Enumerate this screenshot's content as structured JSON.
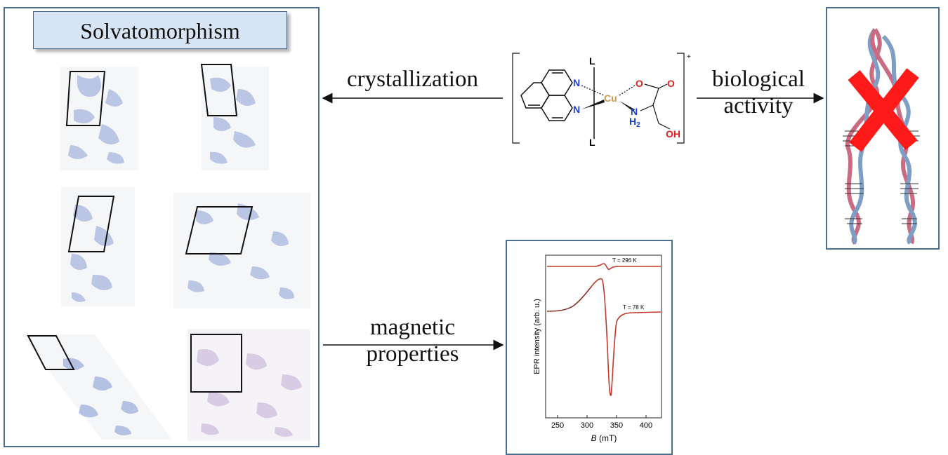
{
  "solvatomorphism": {
    "title": "Solvatomorphism"
  },
  "arrows": {
    "crystallization": "crystallization",
    "biological_line1": "biological",
    "biological_line2": "activity",
    "magnetic_line1": "magnetic",
    "magnetic_line2": "properties"
  },
  "molecule": {
    "metal": "Cu",
    "axial_top": "L",
    "axial_bottom": "L",
    "n1": "N",
    "n2": "N",
    "o1": "O",
    "o2": "O",
    "nh": "N",
    "h2": "H",
    "h2_sub": "2",
    "oh": "OH",
    "charge": "+"
  },
  "epr": {
    "ylabel": "EPR intensity (arb. u.)",
    "xlabel_var": "B",
    "xlabel_unit": " (mT)",
    "xticks": [
      "250",
      "300",
      "350",
      "400"
    ],
    "label_296": "T = 296 K",
    "label_78": "T = 78 K"
  },
  "colors": {
    "panel_border": "#4a6e8e",
    "title_fill": "#d7e4f3",
    "cross": "#ff1a1a",
    "epr_curve": "#c0392b",
    "void": "#8a9fd6"
  }
}
